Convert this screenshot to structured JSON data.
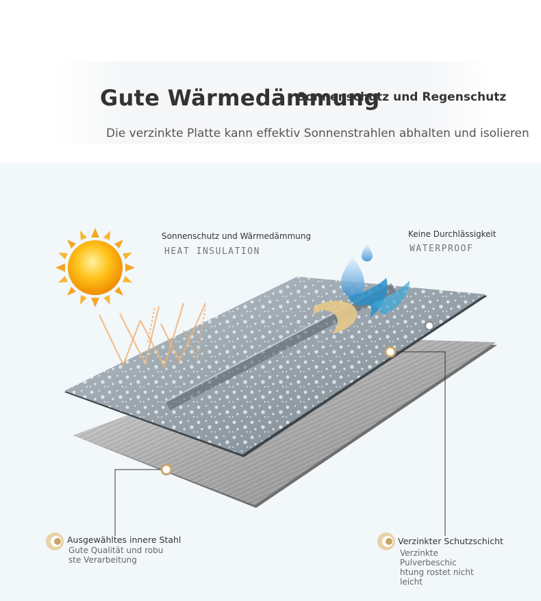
{
  "header": {
    "title": "Gute Wärmedämmung",
    "title_overlay": "Sonnenschutz und Regenschutz",
    "subtitle": "Die verzinkte Platte kann effektiv Sonnenstrahlen abhalten und isolieren"
  },
  "labels": {
    "heat": {
      "title": "Sonnenschutz und Wärmedämmung",
      "subtitle": "HEAT INSULATION"
    },
    "water": {
      "title": "Keine Durchlässigkeit",
      "subtitle": "WATERPROOF"
    }
  },
  "callouts": [
    {
      "title": "Ausgewähltes innere Stahl",
      "desc_line1": "Gute Qualität und robu",
      "desc_line2": "ste Verarbeitung"
    },
    {
      "title": "Verzinkter Schutzschicht",
      "desc_line1": "Verzinkte Pulverbeschic",
      "desc_line2": "htung rostet nicht leicht"
    }
  ],
  "colors": {
    "stage_background": "#f2f7fa",
    "sun": "#f5a623",
    "ray": "#f0b070",
    "water_drop": "#5aa6d8",
    "marker": "#c8a469"
  },
  "icons": [
    "sun-icon",
    "water-drop-icon",
    "waterproof-icon",
    "marker-dot-icon",
    "badge-icon"
  ]
}
